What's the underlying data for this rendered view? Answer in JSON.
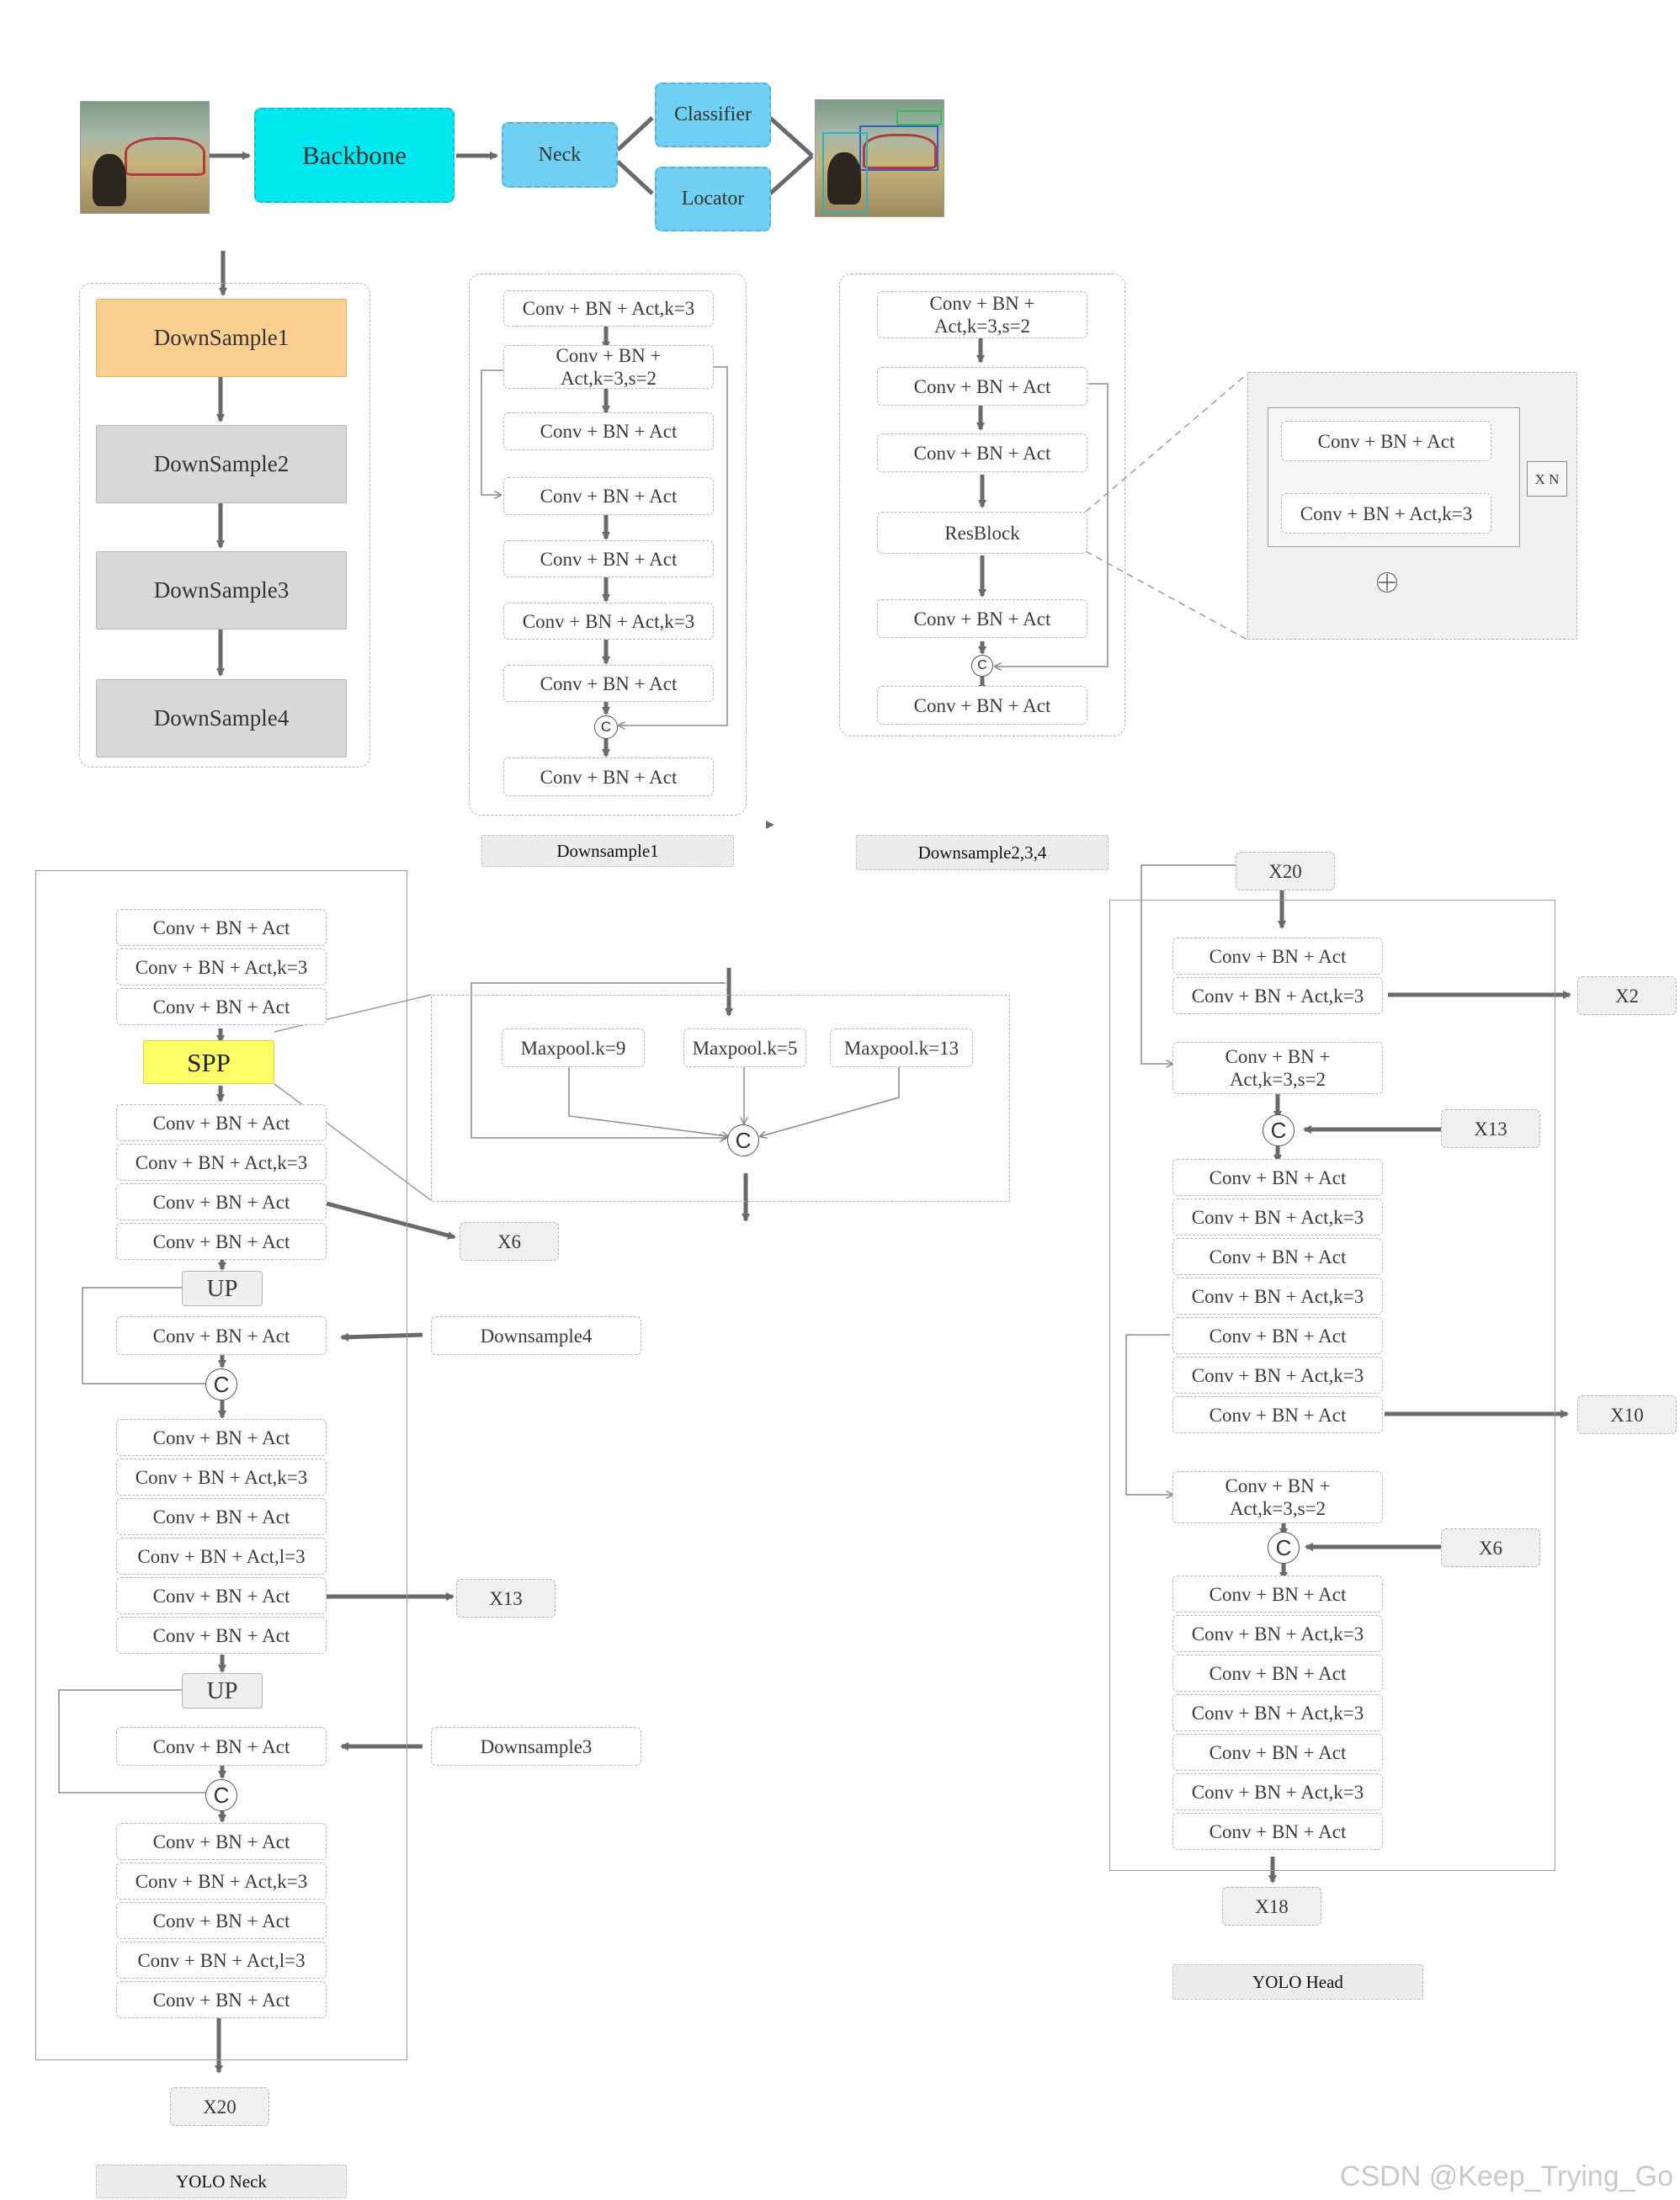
{
  "pipeline": {
    "backbone": "Backbone",
    "neck": "Neck",
    "classifier": "Classifier",
    "locator": "Locator"
  },
  "backbone_stages": [
    "DownSample1",
    "DownSample2",
    "DownSample3",
    "DownSample4"
  ],
  "downsample1": {
    "caption": "Downsample1",
    "blocks": [
      "Conv + BN + Act,k=3",
      "Conv + BN + Act,k=3,s=2",
      "Conv + BN + Act",
      "Conv + BN + Act",
      "Conv + BN + Act",
      "Conv + BN + Act,k=3",
      "Conv + BN + Act",
      "Conv + BN + Act"
    ],
    "concat": "C"
  },
  "downsample234": {
    "caption": "Downsample2,3,4",
    "blocks": [
      "Conv + BN + Act,k=3,s=2",
      "Conv + BN + Act",
      "Conv + BN + Act",
      "ResBlock",
      "Conv + BN + Act",
      "Conv + BN + Act"
    ],
    "concat": "C"
  },
  "resblock": {
    "blocks": [
      "Conv + BN + Act",
      "Conv + BN + Act,k=3"
    ],
    "repeat": "X N"
  },
  "neck": {
    "caption": "YOLO Neck",
    "group1": [
      "Conv + BN + Act",
      "Conv + BN + Act,k=3",
      "Conv + BN + Act"
    ],
    "spp": "SPP",
    "group2": [
      "Conv + BN + Act",
      "Conv + BN + Act,k=3",
      "Conv + BN + Act",
      "Conv + BN + Act"
    ],
    "out_x6": "X6",
    "up1": "UP",
    "lateral1": "Conv + BN + Act",
    "input_ds4": "Downsample4",
    "group3": [
      "Conv + BN + Act",
      "Conv + BN + Act,k=3",
      "Conv + BN + Act",
      "Conv + BN + Act,l=3",
      "Conv + BN + Act",
      "Conv + BN + Act"
    ],
    "out_x13": "X13",
    "up2": "UP",
    "lateral2": "Conv + BN + Act",
    "input_ds3": "Downsample3",
    "group4": [
      "Conv + BN + Act",
      "Conv + BN + Act,k=3",
      "Conv + BN + Act",
      "Conv + BN + Act,l=3",
      "Conv + BN + Act"
    ],
    "out": "X20",
    "concat": "C"
  },
  "spp_detail": {
    "pools": [
      "Maxpool.k=9",
      "Maxpool.k=5",
      "Maxpool.k=13"
    ],
    "concat": "C"
  },
  "head": {
    "caption": "YOLO Head",
    "input": "X20",
    "group1": [
      "Conv + BN + Act",
      "Conv + BN + Act,k=3"
    ],
    "out_x2": "X2",
    "down1": "Conv + BN + Act,k=3,s=2",
    "in_x13": "X13",
    "group2": [
      "Conv + BN + Act",
      "Conv + BN + Act,k=3",
      "Conv + BN + Act",
      "Conv + BN + Act,k=3",
      "Conv + BN + Act",
      "Conv + BN + Act,k=3",
      "Conv + BN + Act"
    ],
    "out_x10": "X10",
    "down2": "Conv + BN + Act,k=3,s=2",
    "in_x6": "X6",
    "group3": [
      "Conv + BN + Act",
      "Conv + BN + Act,k=3",
      "Conv + BN + Act",
      "Conv + BN + Act,k=3",
      "Conv + BN + Act",
      "Conv + BN + Act,k=3",
      "Conv + BN + Act"
    ],
    "out": "X18",
    "concat": "C"
  },
  "watermark": "CSDN @Keep_Trying_Go"
}
